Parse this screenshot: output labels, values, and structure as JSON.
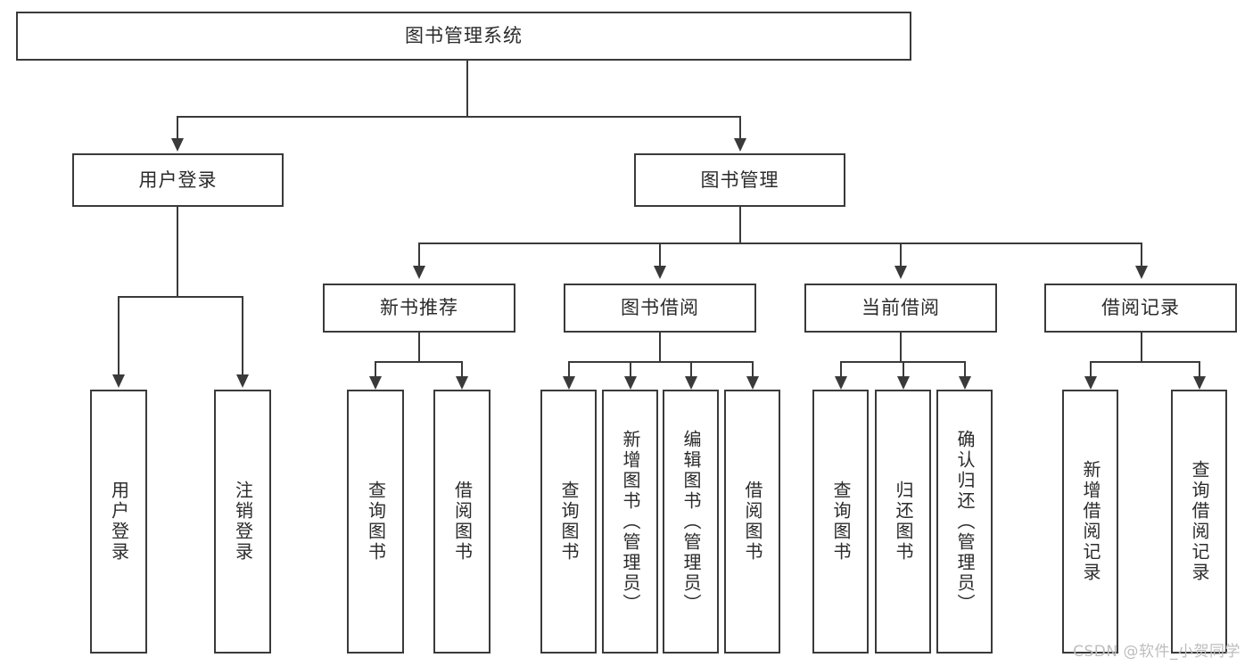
{
  "diagram": {
    "title": "图书管理系统",
    "watermark": "CSDN @软件_小贺同学",
    "stroke_color": "#3a3a3a",
    "text_color": "#2b2b2b",
    "background_color": "#ffffff",
    "nodes": {
      "root": "图书管理系统",
      "level2": {
        "user_login": "用户登录",
        "book_manage": "图书管理"
      },
      "level3": {
        "new_book_recommend": "新书推荐",
        "book_borrow": "图书借阅",
        "current_borrow": "当前借阅",
        "borrow_record": "借阅记录"
      },
      "leaves": {
        "user_login_children": [
          "用户登录",
          "注销登录"
        ],
        "new_book_recommend_children": [
          "查询图书",
          "借阅图书"
        ],
        "book_borrow_children": [
          "查询图书",
          "新增图书（管理员）",
          "编辑图书（管理员）",
          "借阅图书"
        ],
        "current_borrow_children": [
          "查询图书",
          "归还图书",
          "确认归还（管理员）"
        ],
        "borrow_record_children": [
          "新增借阅记录",
          "查询借阅记录"
        ]
      }
    }
  }
}
